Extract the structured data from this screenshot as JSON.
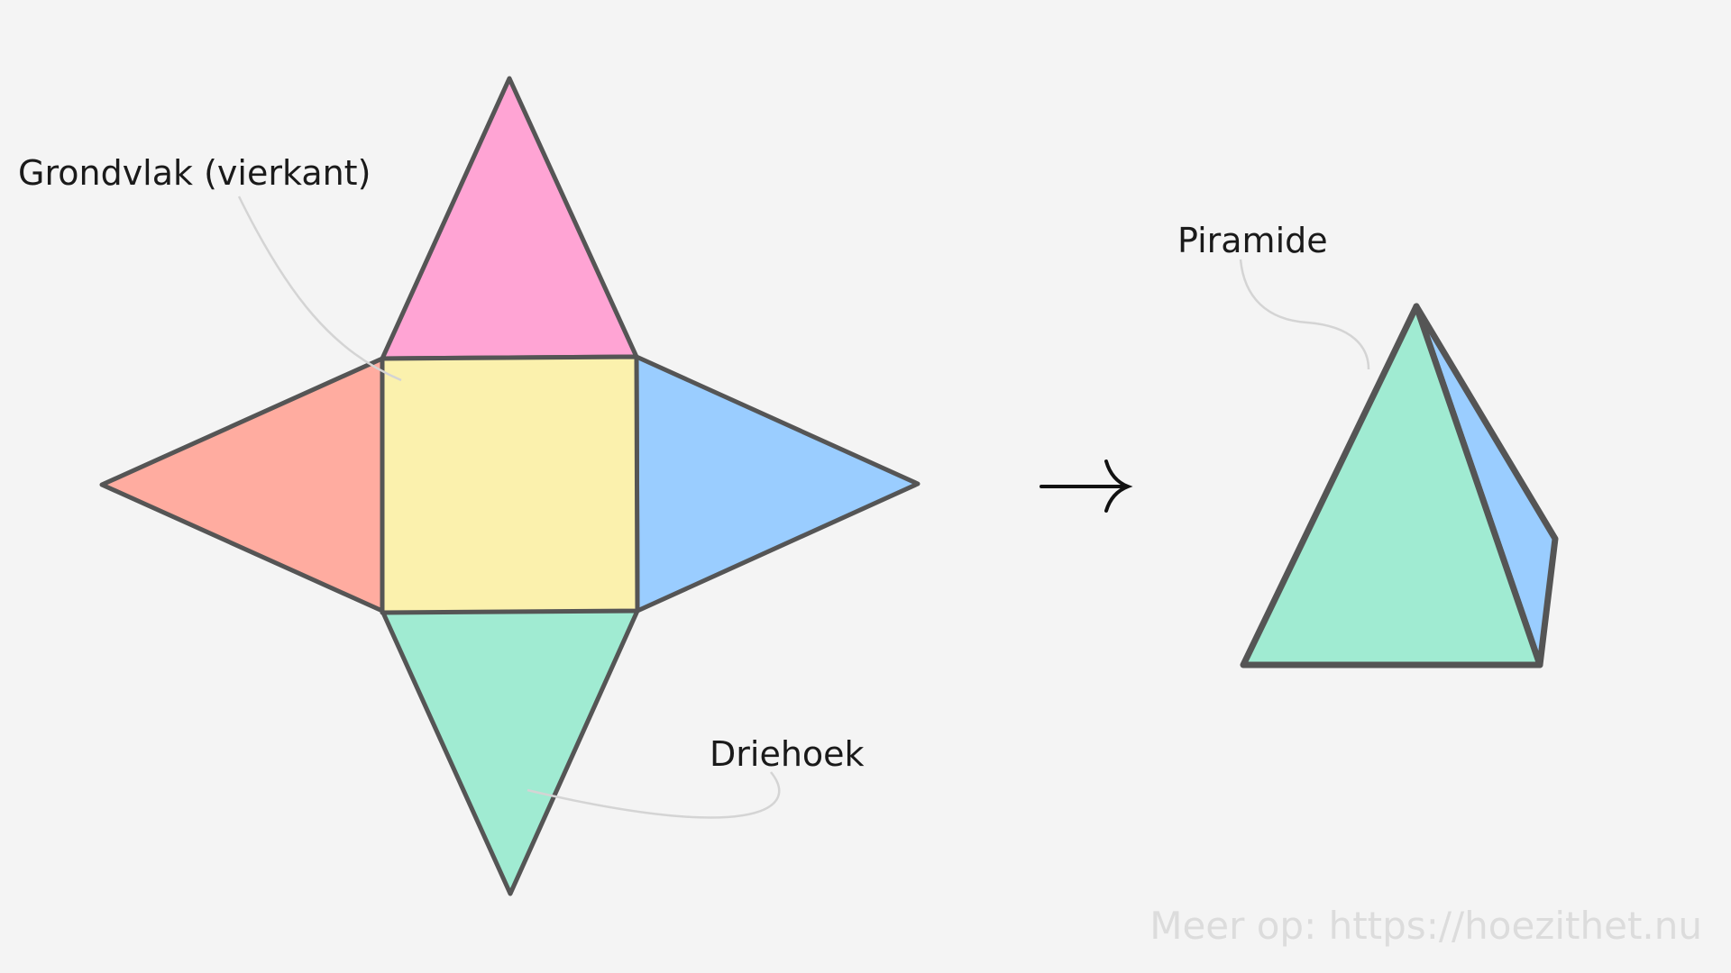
{
  "labels": {
    "base": "Grondvlak (vierkant)",
    "triangle": "Driehoek",
    "pyramid": "Piramide"
  },
  "watermark": "Meer op: https://hoezithet.nu",
  "colors": {
    "background": "#f4f4f4",
    "outline": "#555555",
    "square": "#fbf1ad",
    "top_triangle": "#ffa4d4",
    "left_triangle": "#ffaca0",
    "right_triangle": "#9acdff",
    "bottom_triangle": "#a0ebd2",
    "pyramid_front": "#a0ebd2",
    "pyramid_side": "#9acdff"
  },
  "icons": {
    "arrow": "right-arrow-icon"
  }
}
